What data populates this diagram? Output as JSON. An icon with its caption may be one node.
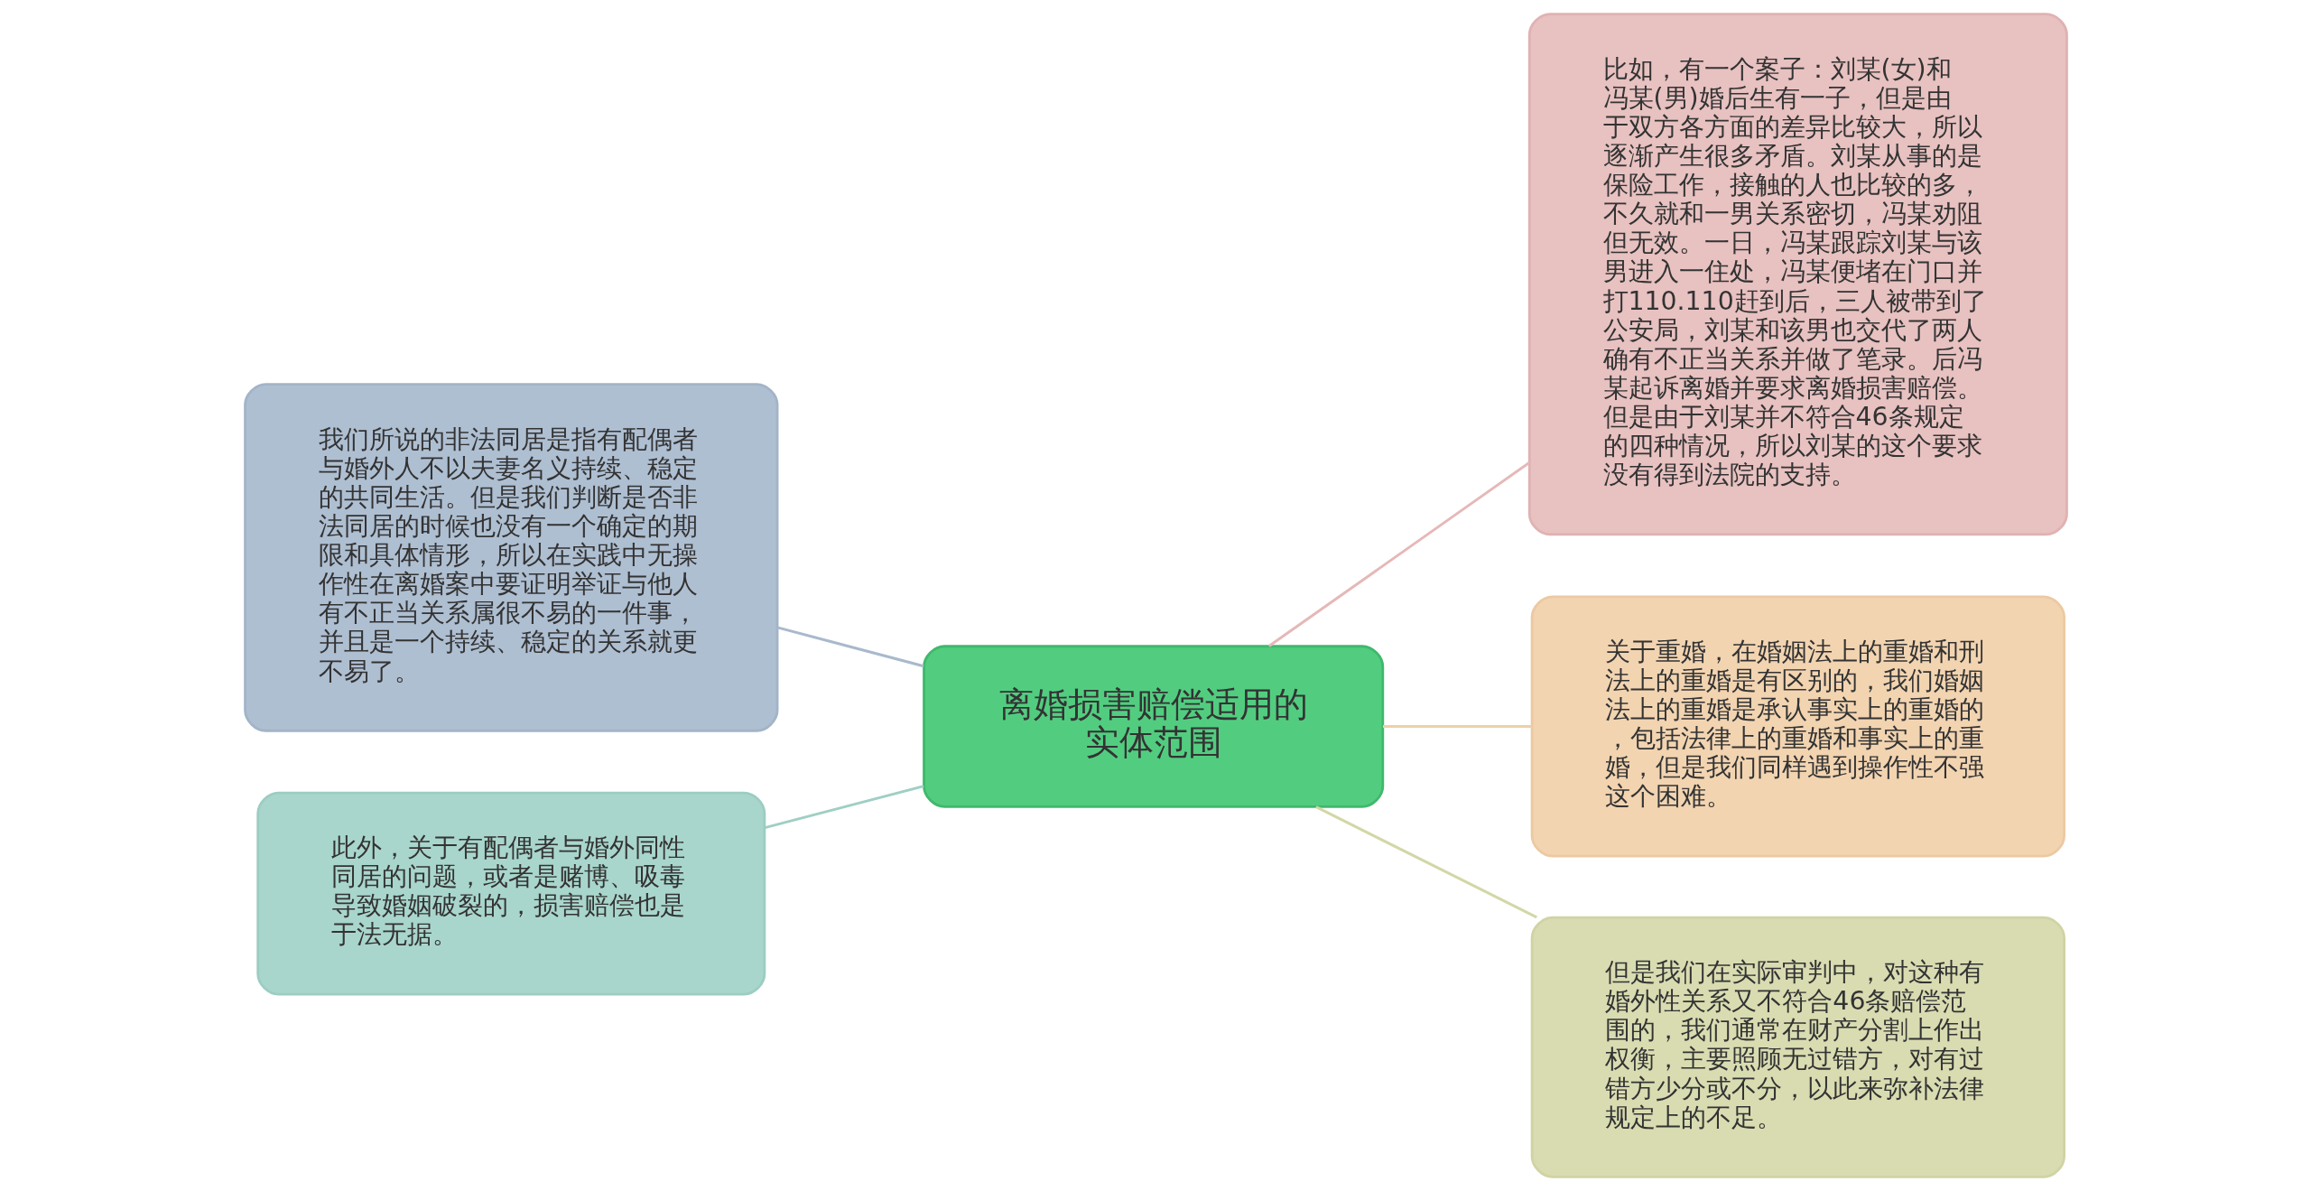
{
  "diagram": {
    "nodes": [
      {
        "text": [
          "离婚损害赔偿适用的实体范围"
        ]
      },
      {
        "text": [
          "比如，有一个案子：刘某(女)和冯某(男)婚后生有一子，但是由于双方各方面的差异比较大，所以逐渐产生很多矛盾。刘某从事的是保险工作，接触的人也比较的多，不久就和一男关系密切，冯某劝阻但无效。一日，冯某跟踪刘某与该男进入一住处，冯某便堵在门口并打110.110赶到后，三人被带到了公安局，刘某和该男也交代了两人确有不正当关系并做了笔录。后冯某起诉离婚并要求离婚损害赔偿。但是由于刘某并不符合46条规定的四种情况，所以刘某的这个要求没有得到法院的支持。"
        ]
      },
      {
        "text": [
          "我们所说的非法同居是指有配偶者与婚外人不以夫妻名义持续、稳定的共同生活。但是我们判断是否非法同居的时候也没有一个确定的期限和具体情形，所以在实践中无操作性在离婚案中要证明举证与他人有不正当关系属很不易的一件事，并且是一个持续、稳定的关系就更不易了。"
        ]
      },
      {
        "text": [
          "此外，关于有配偶者与婚外同性同居的问题，或者是赌博、吸毒导致婚姻破裂的，损害赔偿也是于法无据。"
        ]
      },
      {
        "text": [
          "关于重婚，在婚姻法上的重婚和刑法上的重婚是有区别的，我们婚姻法上的重婚是承认事实上的重婚的，包括法律上的重婚和事实上的重婚，但是我们同样遇到操作性不强这个困难。"
        ]
      },
      {
        "text": [
          "但是我们在实际审判中，对这种有婚外性关系又不符合46条赔偿范围的，我们通常在财产分割上作出权衡，主要照顾无过错方，对有过错方少分或不分，以此来弥补法律规定上的不足。"
        ]
      }
    ],
    "edges": [
      {
        "from": 0,
        "to": 1,
        "arrow": "none",
        "color": "#e6b8b8"
      },
      {
        "from": 0,
        "to": 2,
        "arrow": "none",
        "color": "#a9b9cc"
      },
      {
        "from": 0,
        "to": 3,
        "arrow": "none",
        "color": "#9fcfc4"
      },
      {
        "from": 0,
        "to": 4,
        "arrow": "none",
        "color": "#eecfa8"
      },
      {
        "from": 0,
        "to": 5,
        "arrow": "none",
        "color": "#d3d7a6"
      }
    ]
  }
}
